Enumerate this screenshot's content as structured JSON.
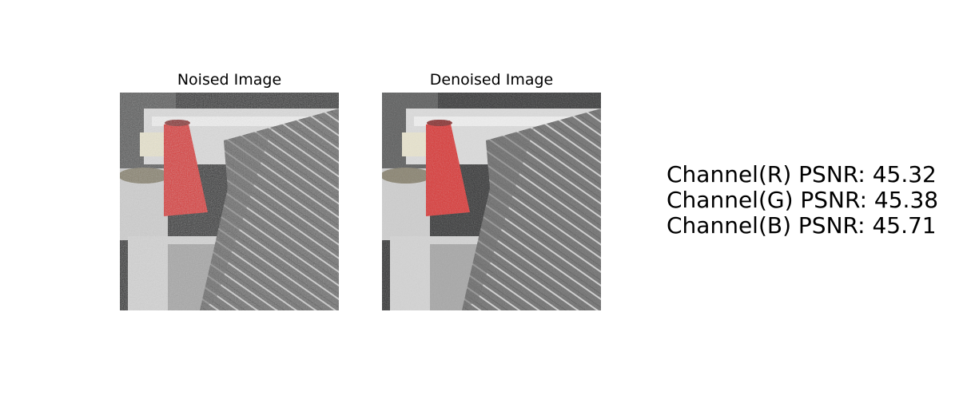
{
  "panels": [
    {
      "title": "Noised Image"
    },
    {
      "title": "Denoised Image"
    }
  ],
  "metrics": [
    {
      "text": "Channel(R) PSNR: 45.32"
    },
    {
      "text": "Channel(G) PSNR: 45.38"
    },
    {
      "text": "Channel(B) PSNR: 45.71"
    }
  ],
  "colors": {
    "spool_red": "#d8302e",
    "fabric_gray": "#7a7a7a",
    "background_dark": "#2e2f30"
  }
}
